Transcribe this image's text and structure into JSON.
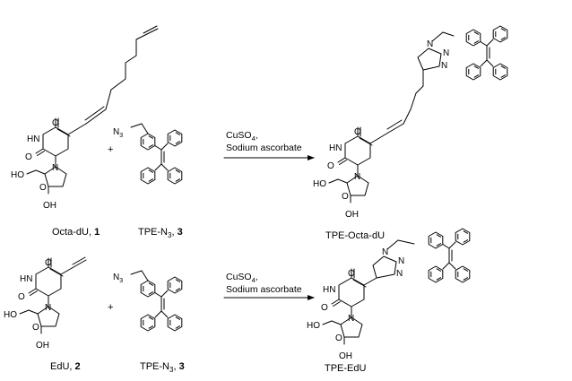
{
  "reactions": [
    {
      "reactant1": {
        "name": "Octa-dU, ",
        "num": "1"
      },
      "plus": "+",
      "reactant2": {
        "name_pre": "TPE-N",
        "name_sub": "3",
        "name_post": ", ",
        "num": "3"
      },
      "reagent_line1": "CuSO",
      "reagent_line1_sub": "4",
      "reagent_line1_post": ",",
      "reagent_line2": "Sodium ascorbate",
      "product": {
        "name": "TPE-Octa-dU"
      }
    },
    {
      "reactant1": {
        "name": "EdU, ",
        "num": "2"
      },
      "plus": "+",
      "reactant2": {
        "name_pre": "TPE-N",
        "name_sub": "3",
        "name_post": ", ",
        "num": "3"
      },
      "reagent_line1": "CuSO",
      "reagent_line1_sub": "4",
      "reagent_line1_post": ",",
      "reagent_line2": "Sodium ascorbate",
      "product": {
        "name": "TPE-EdU"
      }
    }
  ],
  "atom_labels": {
    "O": "O",
    "HN": "HN",
    "N": "N",
    "HO": "HO",
    "OH": "OH",
    "N3": "N",
    "N3_sub": "3"
  }
}
